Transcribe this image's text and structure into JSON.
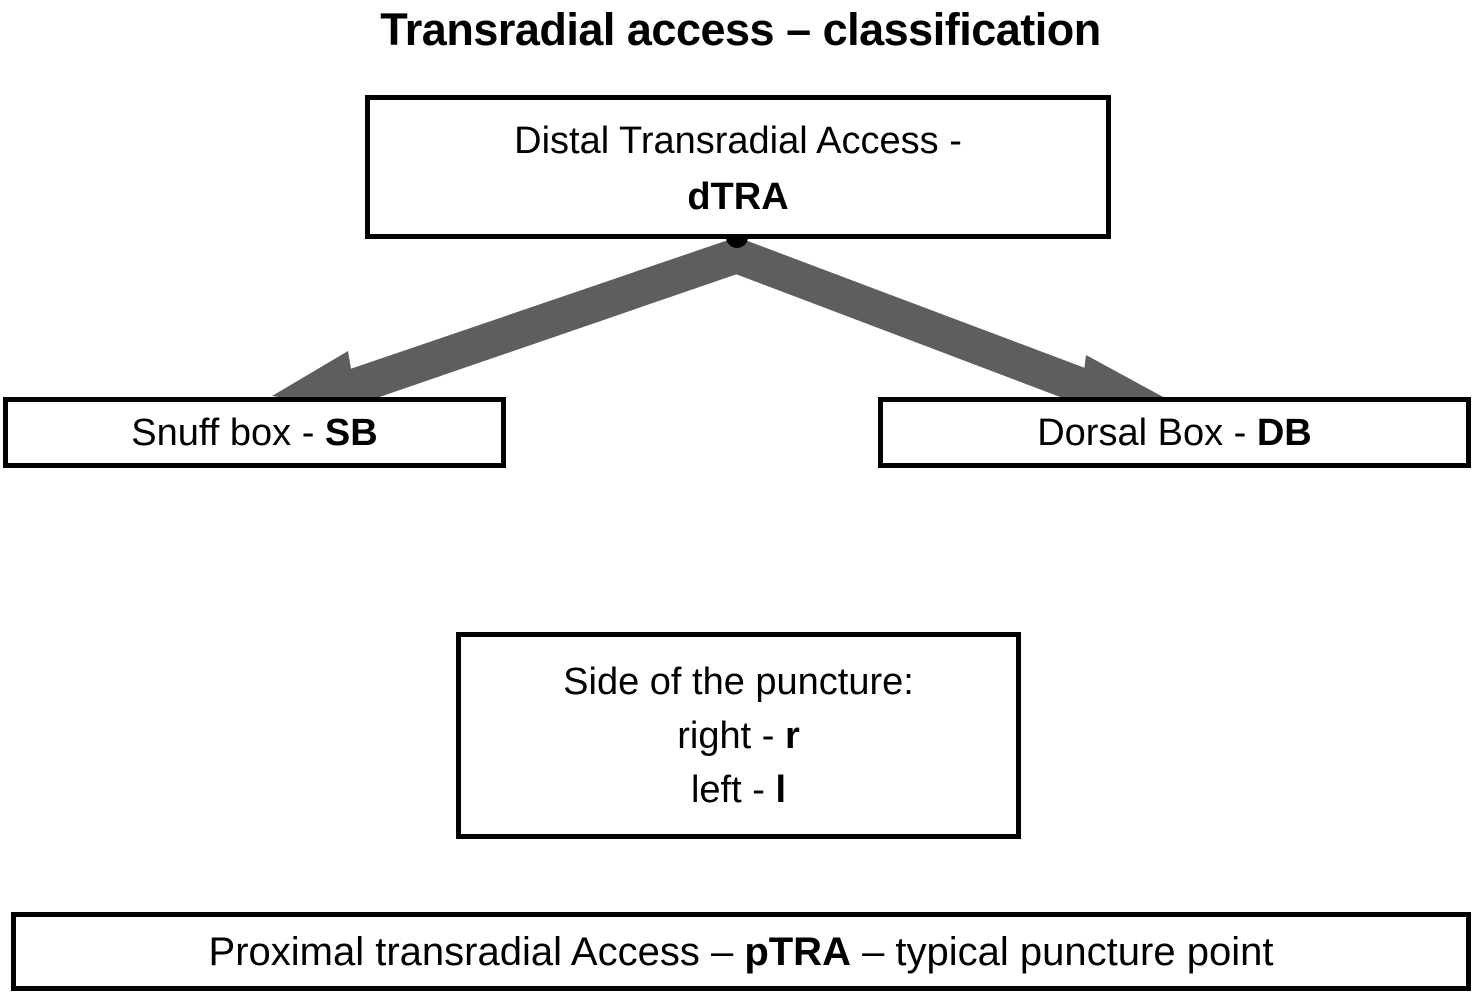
{
  "slide": {
    "title": "Transradial access – classification",
    "background_color": "#ffffff",
    "text_color": "#000000",
    "border_color": "#000000",
    "arrow_color": "#5e5e5e"
  },
  "boxes": {
    "distal": {
      "line1": "Distal Transradial Access -",
      "line2": "dTRA"
    },
    "snuff": {
      "label": "Snuff box - ",
      "code": "SB"
    },
    "dorsal": {
      "label": "Dorsal Box - ",
      "code": "DB"
    },
    "side": {
      "heading": "Side of the puncture:",
      "right_label": "right  - ",
      "right_code": "r",
      "left_label": "left - ",
      "left_code": "l"
    },
    "proximal": {
      "part1": "Proximal transradial Access – ",
      "code": "pTRA",
      "part2": " – typical puncture point"
    }
  },
  "connectors": [
    {
      "name": "arrow-to-snuff-box",
      "from": "distal",
      "to": "snuff"
    },
    {
      "name": "arrow-to-dorsal-box",
      "from": "distal",
      "to": "dorsal"
    }
  ]
}
